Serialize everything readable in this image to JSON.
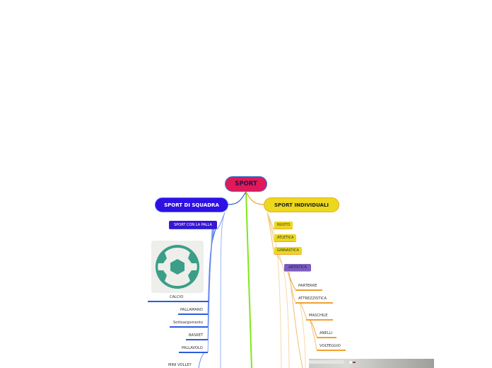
{
  "root": {
    "label": "SPORT",
    "color": "#e0195a"
  },
  "branches": {
    "team": {
      "label": "SPORT DI SQUADRA",
      "color": "#2e10e4",
      "sub": {
        "label": "SPORT CON LA PALLA"
      },
      "image": {
        "icon": "soccer-ball-icon",
        "color": "#3a9e88"
      },
      "items": [
        {
          "label": "CALCIO"
        },
        {
          "label": "PALLAMANO"
        },
        {
          "label": "Sottoargomento"
        },
        {
          "label": "BASKET"
        },
        {
          "label": "PALLAVOLO"
        },
        {
          "label": "MINI VOLLEY"
        }
      ]
    },
    "individual": {
      "label": "SPORT INDIVIDUALI",
      "color": "#ecd81c",
      "items": [
        {
          "label": "NUOTO"
        },
        {
          "label": "ATLETICA"
        },
        {
          "label": "GINNASTICA"
        }
      ],
      "ginnastica": {
        "artistica": {
          "label": "ARTISTICA",
          "items": [
            {
              "label": "PARTERRE"
            },
            {
              "label": "ATTREZZISTICA"
            }
          ],
          "attrezzistica": {
            "maschile": {
              "label": "MASCHILE",
              "items": [
                {
                  "label": "ANELLI"
                },
                {
                  "label": "VOLTEGGIO"
                }
              ]
            }
          }
        }
      }
    },
    "center_line_color": "#7ee81a"
  }
}
